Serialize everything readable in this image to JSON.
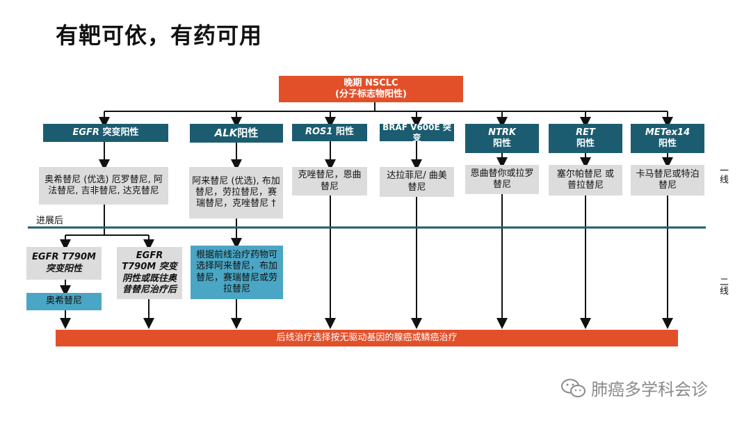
{
  "title": "有靶可依，有药可用",
  "root": {
    "line1": "晚期 NSCLC",
    "line2": "(分子标志物阳性)"
  },
  "headers": [
    {
      "gene": "EGFR",
      "suffix": " 突变阳性"
    },
    {
      "gene": "ALK",
      "suffix": "阳性"
    },
    {
      "gene": "ROS1",
      "suffix": " 阳性"
    },
    {
      "gene": "BRAF V600E",
      "suffix": " 突变"
    },
    {
      "gene": "NTRK",
      "suffix": "阳性"
    },
    {
      "gene": "RET",
      "suffix": "阳性"
    },
    {
      "gene": "METex14",
      "suffix": "阳性"
    }
  ],
  "first_line": [
    "奥希替尼 (优选) 厄罗替尼, 阿法替尼, 吉非替尼, 达克替尼",
    "阿来替尼 (优选), 布加替尼，劳拉替尼，赛瑞替尼，克唑替尼 †",
    "克唑替尼，恩曲替尼",
    "达拉菲尼/ 曲美替尼",
    "恩曲替你或拉罗替尼",
    "塞尔帕替尼 或 普拉替尼",
    "卡马替尼或特泊替尼"
  ],
  "progress_label": "进展后",
  "second_line": {
    "egfr_t790m_pos": "EGFR T790M 突变阳性",
    "egfr_t790m_neg": "EGFR T790M 突变阴性或既往奥昔替尼治疗后",
    "osimertinib": "奥希替尼",
    "alk_second": "根据前线治疗药物可选择阿来替尼，布加替尼，赛瑞替尼或劳拉替尼"
  },
  "bottom": "后线治疗选择按无驱动基因的腺癌或鳞癌治疗",
  "side_labels": {
    "first": "一线",
    "second": "二线"
  },
  "watermark": "肺癌多学科会诊",
  "colors": {
    "orange": "#e2502a",
    "teal": "#1b5c70",
    "light_blue": "#4aa6c4",
    "gray": "#dcdcdc"
  }
}
